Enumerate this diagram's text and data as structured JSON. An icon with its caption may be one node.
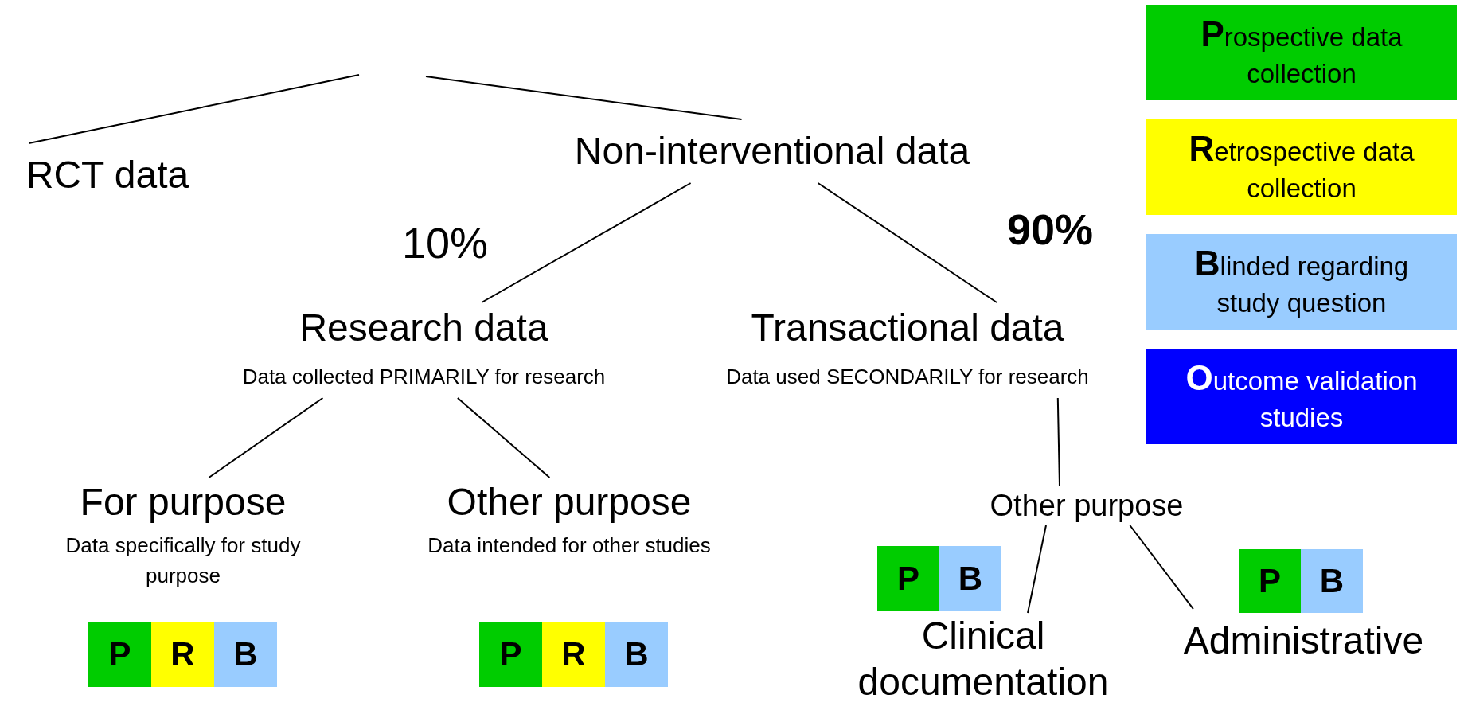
{
  "diagram": {
    "nodes": [
      {
        "text": [
          "RCT data"
        ]
      },
      {
        "text": [
          "Non-interventional data"
        ]
      },
      {
        "text": [
          "Research data",
          "Data collected PRIMARILY for research"
        ]
      },
      {
        "text": [
          "Transactional data",
          "Data used SECONDARILY for research"
        ]
      },
      {
        "text": [
          "For purpose",
          "Data specifically for study purpose"
        ]
      },
      {
        "text": [
          "Other purpose",
          "Data intended for other studies"
        ]
      },
      {
        "text": [
          "Other purpose"
        ]
      },
      {
        "text": [
          "Clinical documentation"
        ]
      },
      {
        "text": [
          "Administrative"
        ]
      },
      {
        "text": [
          "P"
        ]
      },
      {
        "text": [
          "R"
        ]
      },
      {
        "text": [
          "B"
        ]
      },
      {
        "text": [
          "P"
        ]
      },
      {
        "text": [
          "R"
        ]
      },
      {
        "text": [
          "B"
        ]
      },
      {
        "text": [
          "P"
        ]
      },
      {
        "text": [
          "B"
        ]
      },
      {
        "text": [
          "P"
        ]
      },
      {
        "text": [
          "B"
        ]
      },
      {
        "text": [
          "**P**rospective data collection"
        ]
      },
      {
        "text": [
          "**R**etrospective data collection"
        ]
      },
      {
        "text": [
          "**B**linded regarding study question"
        ]
      },
      {
        "text": [
          "**O**utcome validation studies"
        ]
      }
    ],
    "edges": [
      {
        "from": null,
        "to": 0,
        "arrow": "none"
      },
      {
        "from": null,
        "to": 1,
        "arrow": "none"
      },
      {
        "from": 1,
        "to": 2,
        "arrow": "none"
      },
      {
        "from": 1,
        "to": 3,
        "arrow": "none"
      },
      {
        "from": 2,
        "to": 4,
        "arrow": "none"
      },
      {
        "from": 2,
        "to": 5,
        "arrow": "none"
      },
      {
        "from": 3,
        "to": 6,
        "arrow": "none"
      },
      {
        "from": 6,
        "to": 7,
        "arrow": "none"
      },
      {
        "from": 6,
        "to": 8,
        "arrow": "none"
      }
    ],
    "labels": [
      "10%",
      "90%"
    ]
  }
}
